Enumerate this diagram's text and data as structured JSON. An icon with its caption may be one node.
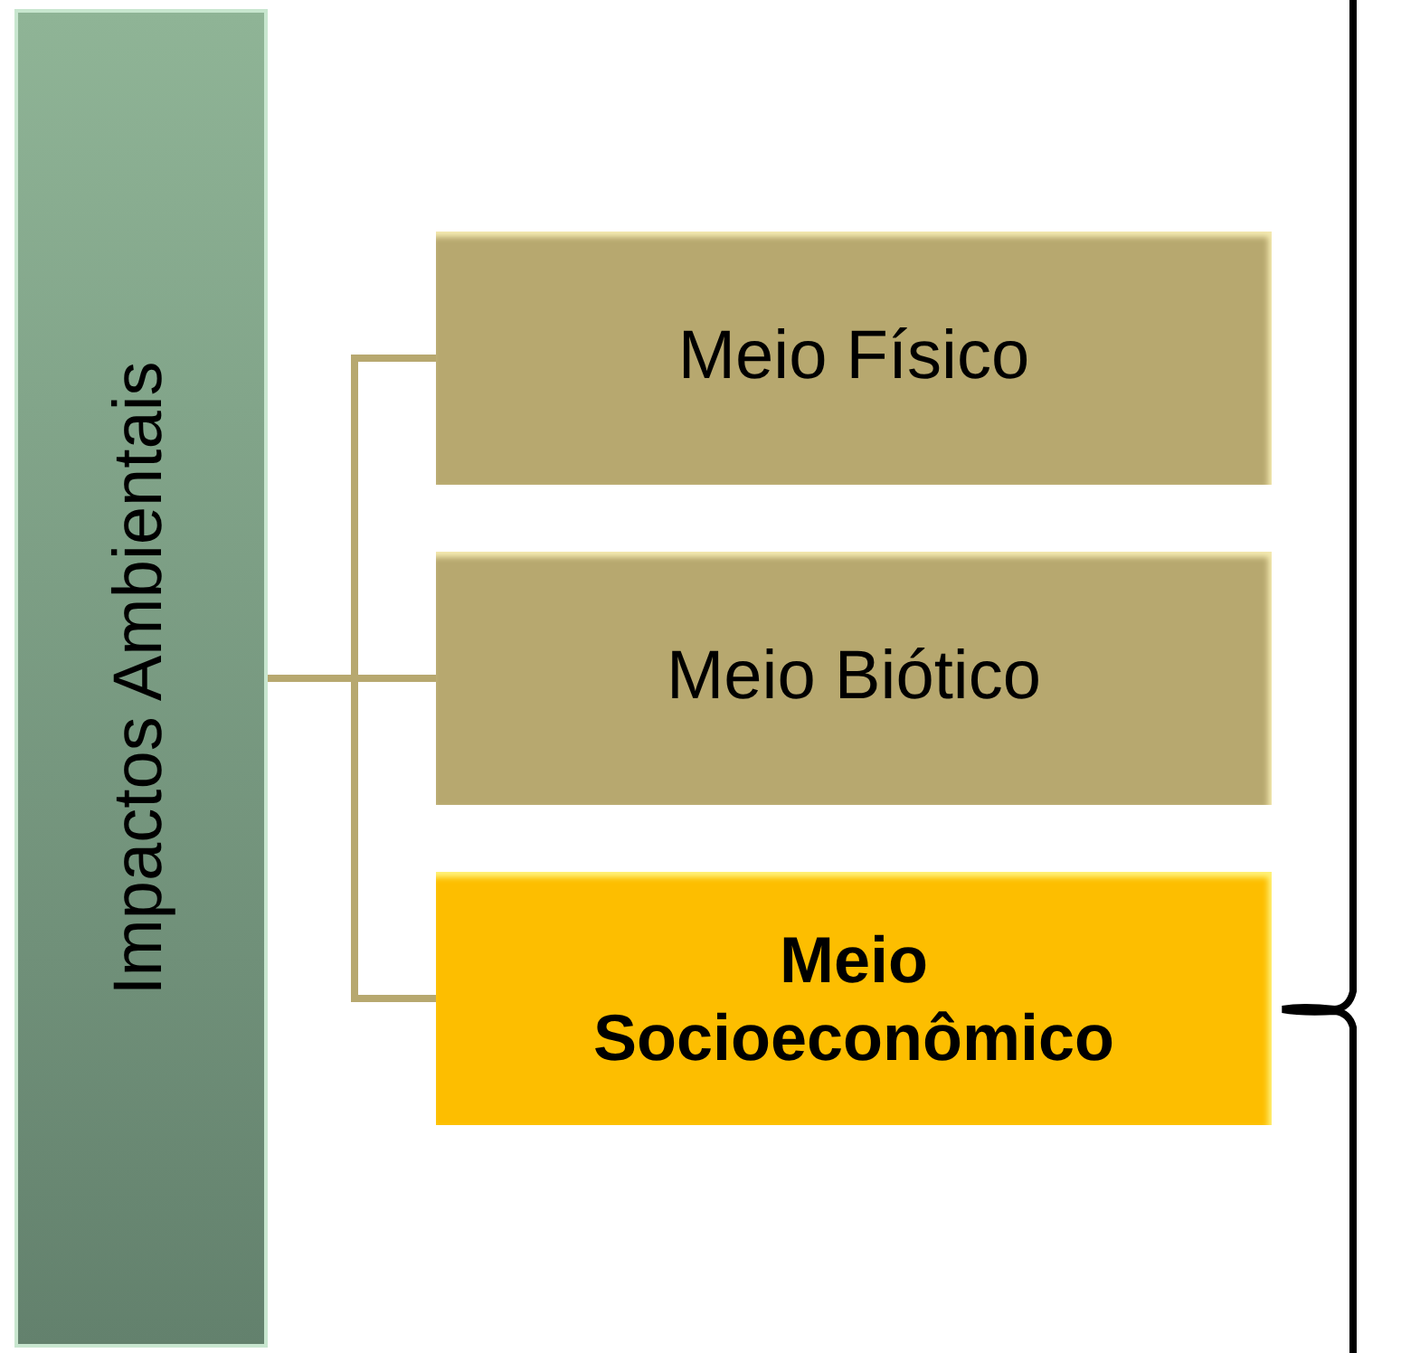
{
  "diagram": {
    "nodes": [
      {
        "text": [
          "Impactos Ambientais"
        ]
      },
      {
        "text": [
          "Meio Físico"
        ]
      },
      {
        "text": [
          "Meio Biótico"
        ]
      },
      {
        "text": [
          "Meio Socioeconômico"
        ]
      }
    ],
    "edges": [
      {
        "from": 0,
        "to": 1,
        "arrow": "none"
      },
      {
        "from": 0,
        "to": 2,
        "arrow": "none"
      },
      {
        "from": 0,
        "to": 3,
        "arrow": "none"
      }
    ]
  }
}
